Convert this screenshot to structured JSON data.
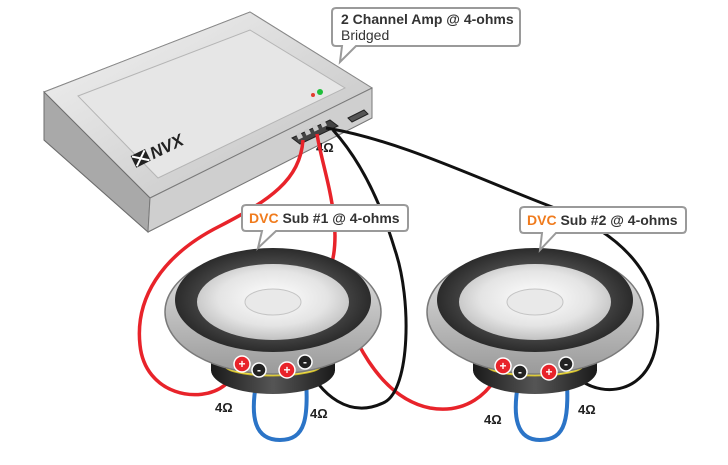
{
  "amp": {
    "brand": "NVX",
    "callout_line1": "2 Channel Amp @ 4-ohms",
    "callout_line2": "Bridged",
    "output_impedance": "4Ω"
  },
  "subs": [
    {
      "callout_prefix": "DVC",
      "callout_rest": " Sub #1 @ 4-ohms",
      "coil_left_impedance": "4Ω",
      "coil_right_impedance": "4Ω"
    },
    {
      "callout_prefix": "DVC",
      "callout_rest": " Sub #2 @ 4-ohms",
      "coil_left_impedance": "4Ω",
      "coil_right_impedance": "4Ω"
    }
  ],
  "terminals": {
    "positive": "+",
    "negative": "-"
  },
  "colors": {
    "positive_wire": "#e8232a",
    "negative_wire": "#111111",
    "jumper_wire": "#2b74c7",
    "dvc_accent": "#f07b1d",
    "callout_border": "#9a9a9a"
  }
}
